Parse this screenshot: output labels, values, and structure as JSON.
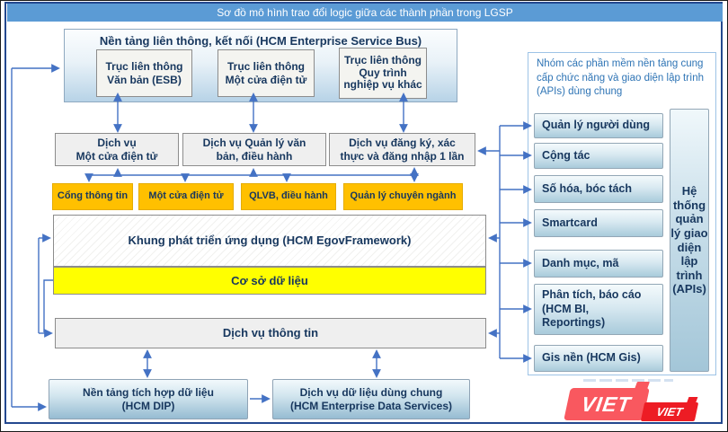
{
  "banner": {
    "title": "Sơ đồ mô hình trao đổi logic giữa các thành phần trong LGSP"
  },
  "esb": {
    "title": "Nền tảng liên thông, kết nối (HCM Enterprise Service Bus)",
    "items": [
      {
        "label": "Trục liên thông\nVăn bản (ESB)"
      },
      {
        "label": "Trục liên thông\nMột cửa điện tử"
      },
      {
        "label": "Trục liên thông\nQuy trình\nnghiệp vụ khác"
      }
    ]
  },
  "services": [
    {
      "label": "Dịch vụ\nMột cửa điện tử"
    },
    {
      "label": "Dịch vụ Quản lý văn\nbản, điều hành"
    },
    {
      "label": "Dịch vụ đăng ký, xác\nthực và đăng nhập 1 lần"
    }
  ],
  "apps": [
    {
      "label": "Cổng thông tin"
    },
    {
      "label": "Một cửa điện tử"
    },
    {
      "label": "QLVB, điều hành"
    },
    {
      "label": "Quản lý chuyên ngành"
    }
  ],
  "framework": {
    "label": "Khung phát triển ứng dụng (HCM EgovFramework)"
  },
  "database": {
    "label": "Cơ sở dữ liệu"
  },
  "info_service": {
    "label": "Dịch vụ thông tin"
  },
  "bottom": [
    {
      "label": "Nền tảng tích hợp dữ liệu\n(HCM DIP)"
    },
    {
      "label": "Dịch vụ dữ liệu dùng chung\n(HCM Enterprise Data Services)"
    }
  ],
  "right_panel": {
    "caption": "Nhóm các phần mềm nền tảng cung\ncấp chức năng và giao diện lập trình\n(APIs) dùng chung",
    "items": [
      {
        "label": "Quản lý người dùng"
      },
      {
        "label": "Cộng tác"
      },
      {
        "label": "Số hóa, bóc tách"
      },
      {
        "label": "Smartcard"
      },
      {
        "label": "Danh mục, mã"
      },
      {
        "label": "Phân tích, báo cáo\n(HCM BI,\nReportings)"
      },
      {
        "label": "Gis nền (HCM Gis)"
      }
    ],
    "api_system": {
      "label": "Hệ\nthống\nquản\nlý giao\ndiện\nlập\ntrình\n(APIs)"
    }
  },
  "watermark": {
    "logo_text": "VIET",
    "logo_text_small": "VIET"
  },
  "colors": {
    "banner_bg": "#5B9BD5",
    "arrow_blue": "#4472C4",
    "orange": "#FFC000",
    "yellow": "#FFFF00",
    "navy_text": "#17375E",
    "caption_blue": "#2E74B5",
    "logo_red": "#F9585F"
  }
}
